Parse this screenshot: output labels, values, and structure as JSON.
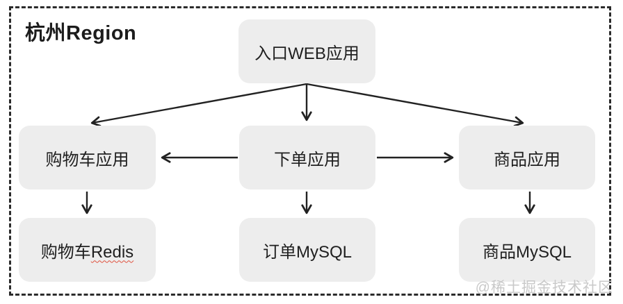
{
  "diagram": {
    "region_label": "杭州Region",
    "nodes": {
      "entry": {
        "label": "入口WEB应用"
      },
      "cart_app": {
        "label": "购物车应用"
      },
      "order_app": {
        "label": "下单应用"
      },
      "product_app": {
        "label": "商品应用"
      },
      "cart_redis": {
        "label_prefix": "购物车",
        "label_suffix": "Redis"
      },
      "order_mysql": {
        "label": "订单MySQL"
      },
      "product_mysql": {
        "label": "商品MySQL"
      }
    },
    "edges": [
      {
        "from": "入口WEB应用",
        "to": "购物车应用"
      },
      {
        "from": "入口WEB应用",
        "to": "下单应用"
      },
      {
        "from": "入口WEB应用",
        "to": "商品应用"
      },
      {
        "from": "下单应用",
        "to": "购物车应用"
      },
      {
        "from": "下单应用",
        "to": "商品应用"
      },
      {
        "from": "购物车应用",
        "to": "购物车Redis"
      },
      {
        "from": "下单应用",
        "to": "订单MySQL"
      },
      {
        "from": "商品应用",
        "to": "商品MySQL"
      }
    ],
    "colors": {
      "node_fill": "#ededed",
      "text": "#1f1f1f",
      "arrow": "#222222",
      "region_border": "#2b2b2b",
      "spellcheck_underline": "#e0503c",
      "watermark": "#c9c9c9"
    }
  },
  "watermark": {
    "text": "@稀土掘金技术社区"
  }
}
